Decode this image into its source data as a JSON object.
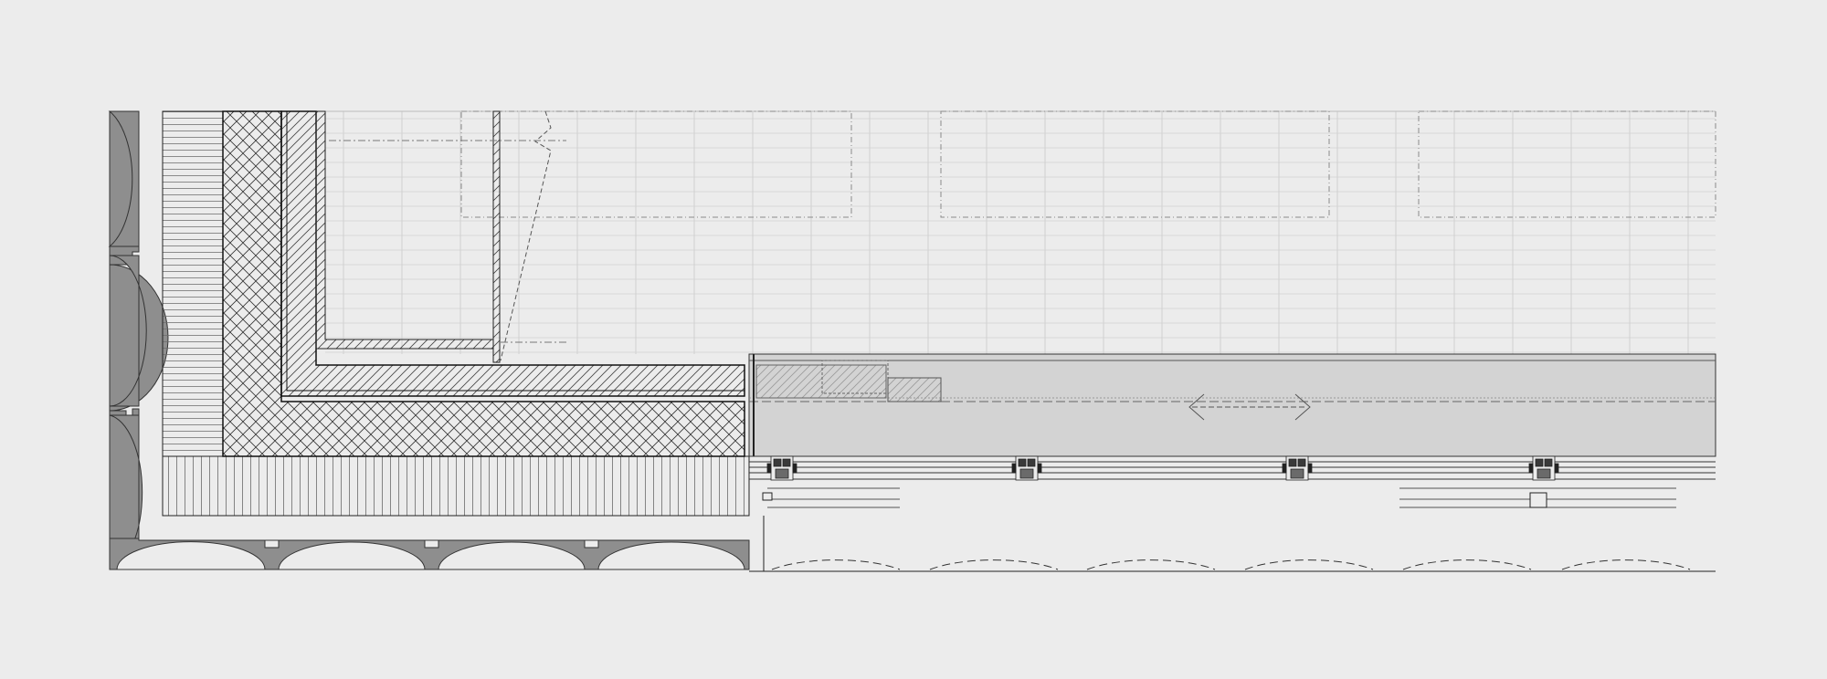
{
  "drawing": {
    "kind": "architectural plan detail",
    "colors": {
      "background": "#ececec",
      "line": "#1a1a1a",
      "thin_line": "#9a9a9a",
      "grid": "#c9c9c9",
      "solid_fill": "#8e8e8e",
      "glass_fill": "#d3d3d3"
    },
    "features": {
      "text_labels": [],
      "slide_direction_indicator": "double-arrow",
      "window_mullions": 4,
      "scalloped_edge_segments": 7
    }
  }
}
